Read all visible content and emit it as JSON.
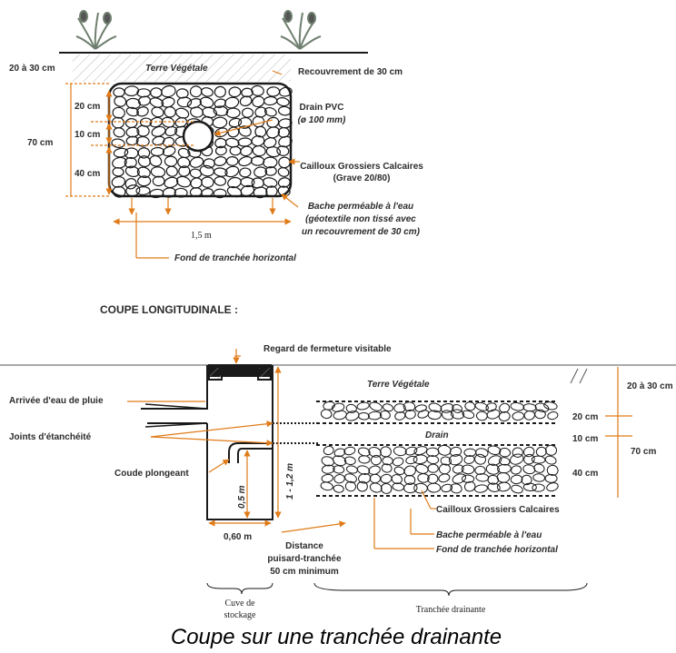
{
  "colors": {
    "accent": "#e07b18",
    "ink": "#1a1a1a",
    "plant": "#7a8a7a"
  },
  "top": {
    "depth_topsoil": "20 à 30 cm",
    "terre_vegetale": "Terre Végétale",
    "recouvrement": "Recouvrement de 30 cm",
    "dim_20": "20 cm",
    "dim_10": "10 cm",
    "dim_40": "40 cm",
    "dim_70": "70 cm",
    "drain_pvc": "Drain PVC",
    "drain_dia": "(ø 100 mm)",
    "cailloux_1": "Cailloux Grossiers Calcaires",
    "cailloux_2": "(Grave 20/80)",
    "bache_1": "Bache perméable à l'eau",
    "bache_2": "(géotextile non tissé avec",
    "bache_3": "un recouvrement de 30 cm)",
    "width": "1,5 m",
    "fond": "Fond de tranchée horizontal"
  },
  "bottom": {
    "section_title": "COUPE LONGITUDINALE :",
    "regard": "Regard de fermeture visitable",
    "terre_vegetale": "Terre Végétale",
    "depth_topsoil": "20 à 30 cm",
    "arrivee": "Arrivée d'eau de pluie",
    "joints": "Joints d'étanchéité",
    "coude": "Coude plongeant",
    "dim_05": "0,5 m",
    "dim_1_12": "1 - 1,2 m",
    "dim_060": "0,60 m",
    "distance_1": "Distance",
    "distance_2": "puisard-tranchée",
    "distance_3": "50 cm minimum",
    "dim_20": "20 cm",
    "drain": "Drain",
    "dim_10": "10 cm",
    "dim_70": "70 cm",
    "dim_40": "40 cm",
    "cailloux": "Cailloux Grossiers Calcaires",
    "bache": "Bache perméable à l'eau",
    "fond": "Fond de tranchée horizontal",
    "cuve_1": "Cuve de",
    "cuve_2": "stockage",
    "tranchee": "Tranchée drainante"
  },
  "caption": "Coupe sur une tranchée drainante"
}
